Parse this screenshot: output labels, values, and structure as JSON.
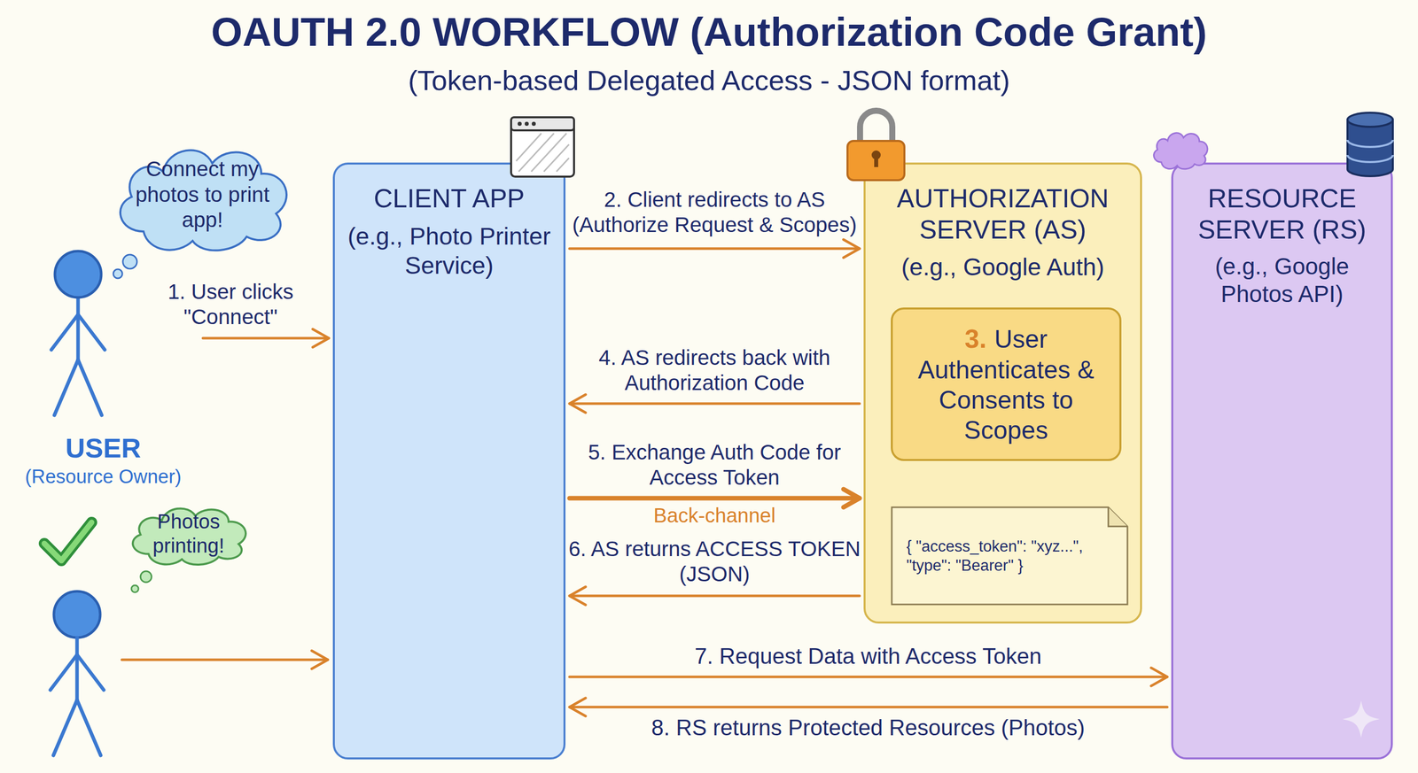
{
  "diagram": {
    "title": "OAUTH 2.0 WORKFLOW (Authorization Code Grant)",
    "nodes": [
      {
        "text": [
          "Connect my photos to print app!"
        ]
      },
      {
        "text": [
          "USER",
          "(Resource Owner)"
        ]
      },
      {
        "text": [
          "CLIENT APP",
          "(e.g., Photo Printer Service)"
        ]
      },
      {
        "text": [
          "AUTHORIZATION SERVER (AS)",
          "(e.g., Google Auth)"
        ]
      },
      {
        "text": [
          "3.",
          "User Authenticates & Consents to Scopes"
        ],
        "in": 3
      },
      {
        "text": [
          "{ \"access_token\": \"xyz...\", \"type\": \"Bearer\" }"
        ],
        "in": 3
      },
      {
        "text": [
          "RESOURCE SERVER (RS)",
          "(e.g., Google Photos API)"
        ]
      },
      {
        "text": [
          "Photos printing!"
        ]
      }
    ],
    "edges": [
      {
        "from": 1,
        "to": 2,
        "label": "1. User clicks \"Connect\"",
        "arrow": "to"
      },
      {
        "from": 2,
        "to": 3,
        "label": "2. Client redirects to AS (Authorize Request & Scopes)",
        "arrow": "to"
      },
      {
        "from": 3,
        "to": 2,
        "label": "4. AS redirects back with Authorization Code",
        "arrow": "to"
      },
      {
        "from": 2,
        "to": 3,
        "label": "5. Exchange Auth Code for Access Token",
        "arrow": "to"
      },
      {
        "from": 3,
        "to": 2,
        "label": "6. AS returns ACCESS TOKEN (JSON)",
        "arrow": "to"
      },
      {
        "from": 2,
        "to": 6,
        "label": "7. Request Data with Access Token",
        "arrow": "to"
      },
      {
        "from": 6,
        "to": 2,
        "label": "8. RS returns Protected Resources (Photos)",
        "arrow": "to"
      }
    ],
    "labels": [
      "(Token-based Delegated Access - JSON format)",
      "Back-channel"
    ]
  }
}
